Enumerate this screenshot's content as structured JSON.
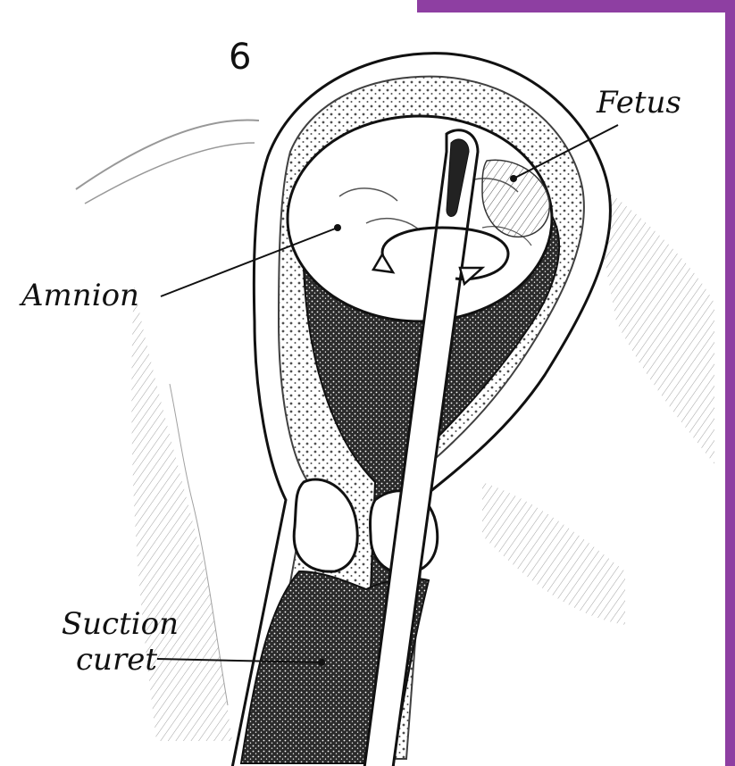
{
  "figure": {
    "number": "6",
    "labels": {
      "fetus": "Fetus",
      "amnion": "Amnion",
      "suction_line1": "Suction",
      "suction_line2": "curet"
    }
  },
  "colors": {
    "accent": "#8e3fa2",
    "ink": "#111111",
    "paper": "#ffffff"
  }
}
